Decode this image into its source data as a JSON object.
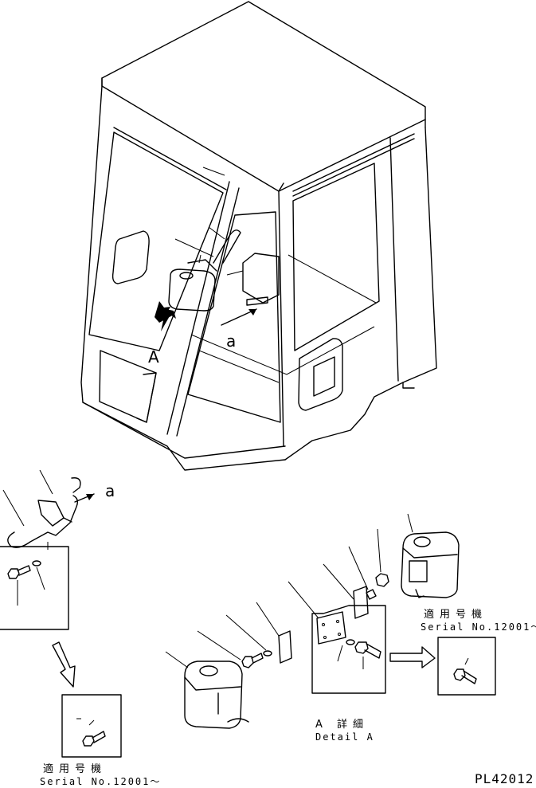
{
  "labels": {
    "view_a": "A",
    "arrow_a_top": "a",
    "arrow_a_left": "a",
    "detail_a_jp": "A 詳細",
    "detail_a_en": "Detail A",
    "serial_jp_right": "適用号機",
    "serial_en_right": "Serial No.12001～",
    "serial_jp_left": "適用号機",
    "serial_en_left": "Serial No.12001～",
    "drawing_code": "PL42012"
  }
}
